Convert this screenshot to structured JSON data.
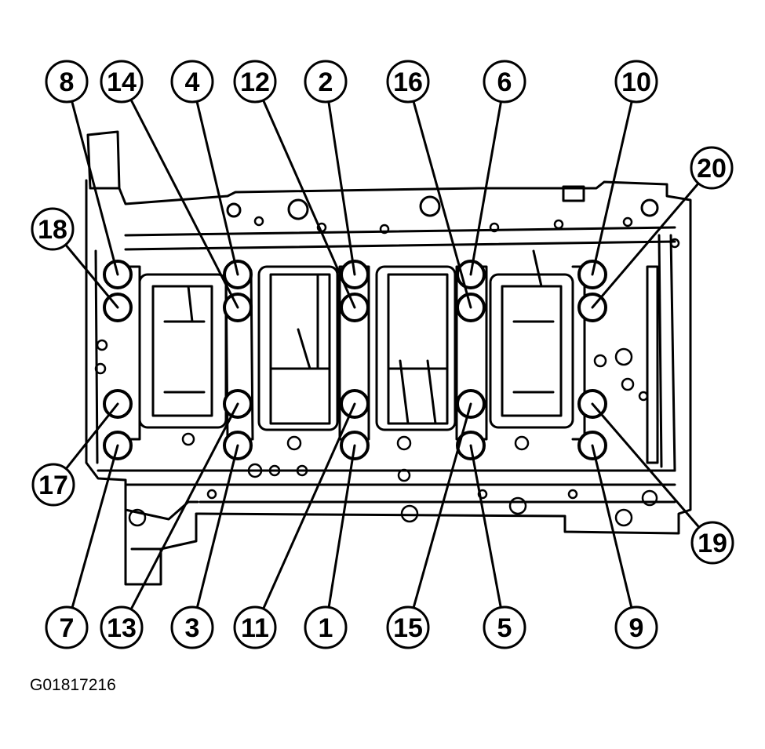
{
  "figure_id": "G01817216",
  "colors": {
    "ink": "#000000",
    "paper": "#ffffff"
  },
  "callouts": [
    {
      "label": "8",
      "row": "top",
      "slot": 0
    },
    {
      "label": "14",
      "row": "top",
      "slot": 1
    },
    {
      "label": "4",
      "row": "top",
      "slot": 2
    },
    {
      "label": "12",
      "row": "top",
      "slot": 3
    },
    {
      "label": "2",
      "row": "top",
      "slot": 4
    },
    {
      "label": "16",
      "row": "top",
      "slot": 5
    },
    {
      "label": "6",
      "row": "top",
      "slot": 6
    },
    {
      "label": "10",
      "row": "top",
      "slot": 7
    },
    {
      "label": "20",
      "row": "side",
      "slot": 0
    },
    {
      "label": "18",
      "row": "side",
      "slot": 1
    },
    {
      "label": "17",
      "row": "side",
      "slot": 2
    },
    {
      "label": "19",
      "row": "side",
      "slot": 3
    },
    {
      "label": "7",
      "row": "bottom",
      "slot": 0
    },
    {
      "label": "13",
      "row": "bottom",
      "slot": 1
    },
    {
      "label": "3",
      "row": "bottom",
      "slot": 2
    },
    {
      "label": "11",
      "row": "bottom",
      "slot": 3
    },
    {
      "label": "1",
      "row": "bottom",
      "slot": 4
    },
    {
      "label": "15",
      "row": "bottom",
      "slot": 5
    },
    {
      "label": "5",
      "row": "bottom",
      "slot": 6
    },
    {
      "label": "9",
      "row": "bottom",
      "slot": 7
    }
  ]
}
